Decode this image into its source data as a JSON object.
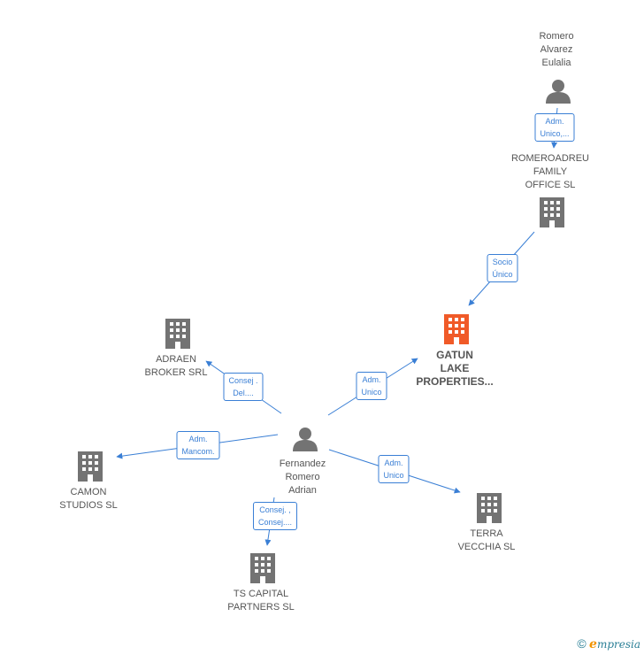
{
  "nodes": {
    "romero_alvarez": {
      "label": "Romero\nAlvarez\nEulalia",
      "icon": "person-icon"
    },
    "romeroadreu": {
      "label": "ROMEROADREU\nFAMILY\nOFFICE  SL",
      "icon": "building-icon"
    },
    "gatun": {
      "label": "GATUN\nLAKE\nPROPERTIES...",
      "icon": "building-icon"
    },
    "adraen": {
      "label": "ADRAEN\nBROKER SRL",
      "icon": "building-icon"
    },
    "fernandez": {
      "label": "Fernandez\nRomero\nAdrian",
      "icon": "person-icon"
    },
    "camon": {
      "label": "CAMON\nSTUDIOS  SL",
      "icon": "building-icon"
    },
    "terra": {
      "label": "TERRA\nVECCHIA SL",
      "icon": "building-icon"
    },
    "ts_capital": {
      "label": "TS CAPITAL\nPARTNERS  SL",
      "icon": "building-icon"
    }
  },
  "edges": {
    "romero_to_romeroadreu": "Adm.\nUnico,...",
    "romeroadreu_to_gatun": "Socio\nÚnico",
    "fernandez_to_adraen": "Consej .\nDel....",
    "fernandez_to_gatun": "Adm.\nUnico",
    "fernandez_to_camon": "Adm.\nMancom.",
    "fernandez_to_terra": "Adm.\nUnico",
    "fernandez_to_ts": "Consej. ,\nConsej...."
  },
  "colors": {
    "edge": "#3a7fd5",
    "icon_gray": "#737373",
    "highlight": "#f05a28"
  },
  "footer": {
    "copyright_symbol": "©",
    "brand_initial": "e",
    "brand_rest": "mpresia"
  }
}
